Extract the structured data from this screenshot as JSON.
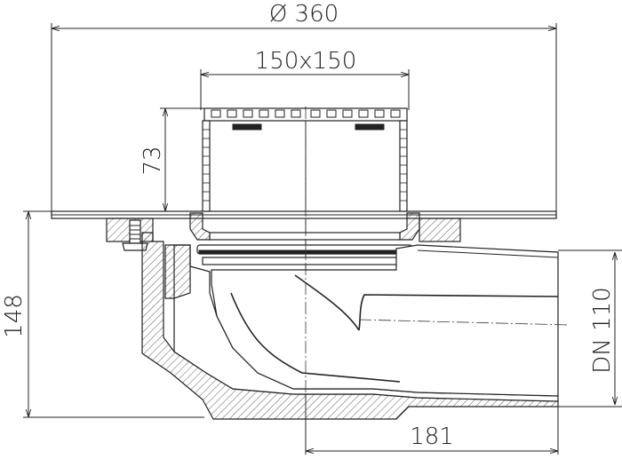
{
  "dimensions": {
    "diameter_label": "Ø 360",
    "grate_label": "150x150",
    "height_upper_label": "73",
    "height_total_label": "148",
    "horizontal_offset_label": "181",
    "pipe_label": "DN 110"
  }
}
